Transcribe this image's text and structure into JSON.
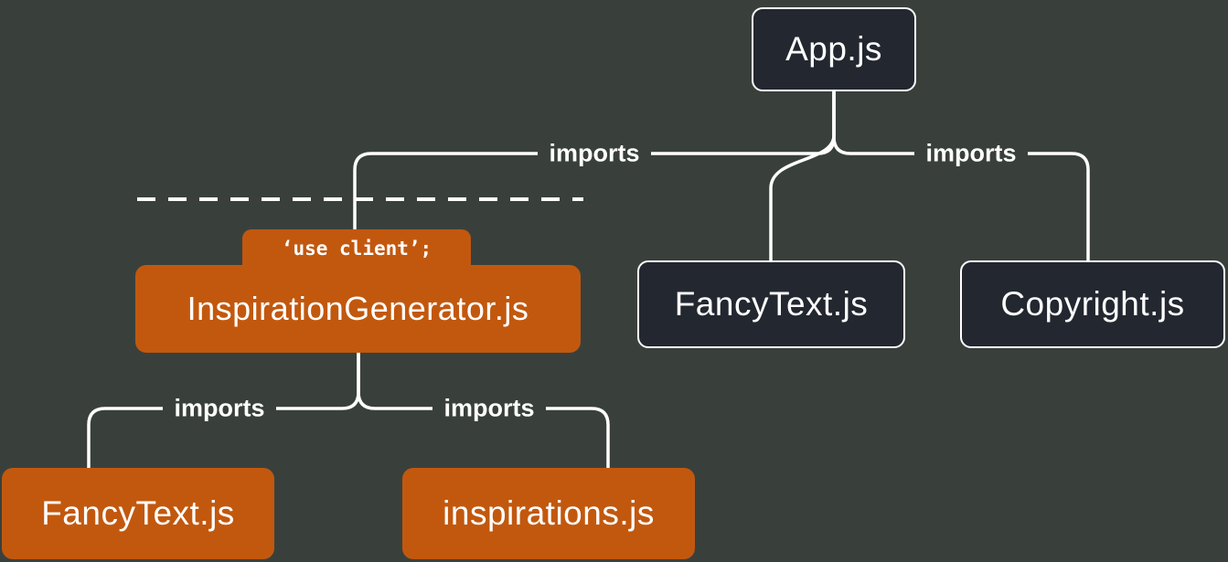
{
  "diagram": {
    "title": "React module dependency tree with use client boundary",
    "nodes": {
      "app": {
        "label": "App.js",
        "type": "server"
      },
      "inspiration_generator": {
        "label": "InspirationGenerator.js",
        "type": "client",
        "badge": "‘use client’;"
      },
      "fancytext_from_app": {
        "label": "FancyText.js",
        "type": "server"
      },
      "copyright": {
        "label": "Copyright.js",
        "type": "server"
      },
      "fancytext_from_client": {
        "label": "FancyText.js",
        "type": "client"
      },
      "inspirations": {
        "label": "inspirations.js",
        "type": "client"
      }
    },
    "edge_labels": {
      "app_to_inspiration_generator": "imports",
      "app_to_copyright": "imports",
      "inspiration_generator_to_fancytext": "imports",
      "inspiration_generator_to_inspirations": "imports"
    },
    "colors": {
      "background": "#39403c",
      "server_node": "#23272f",
      "client_node": "#c2580e",
      "line": "#ffffff",
      "text": "#ffffff"
    }
  }
}
